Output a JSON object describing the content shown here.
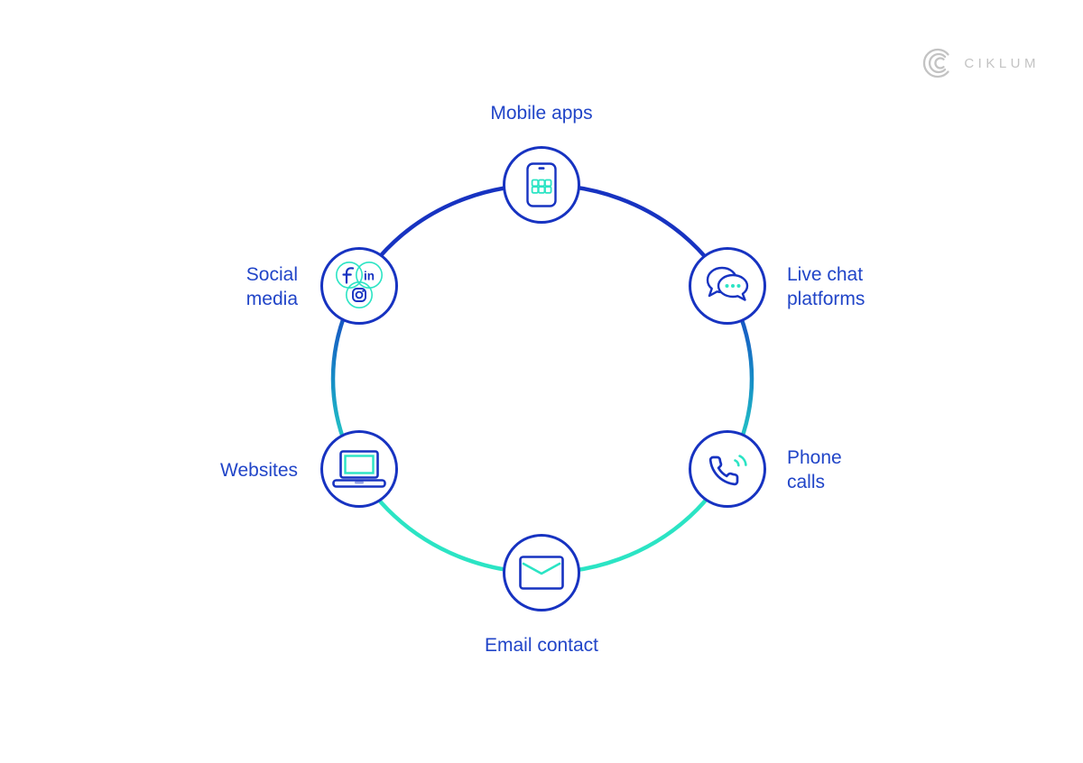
{
  "logo": {
    "text": "CIKLUM"
  },
  "colors": {
    "blue_stroke": "#1733c1",
    "text_blue": "#2145c8",
    "teal": "#2be4c4",
    "logo_gray": "#c3c3c3",
    "background": "#ffffff"
  },
  "diagram": {
    "type": "circular-cycle",
    "nodes": [
      {
        "id": "mobile-apps",
        "label": "Mobile apps",
        "icon": "smartphone-icon",
        "position": "top"
      },
      {
        "id": "live-chat-platforms",
        "label": "Live chat\nplatforms",
        "icon": "chat-bubbles-icon",
        "position": "upper-right"
      },
      {
        "id": "phone-calls",
        "label": "Phone\ncalls",
        "icon": "phone-handset-icon",
        "position": "lower-right"
      },
      {
        "id": "email-contact",
        "label": "Email contact",
        "icon": "envelope-icon",
        "position": "bottom"
      },
      {
        "id": "websites",
        "label": "Websites",
        "icon": "laptop-icon",
        "position": "lower-left"
      },
      {
        "id": "social-media",
        "label": "Social\nmedia",
        "icon": "social-media-icons",
        "position": "upper-left",
        "sub_icons": [
          "facebook-icon",
          "linkedin-icon",
          "instagram-icon"
        ]
      }
    ]
  }
}
